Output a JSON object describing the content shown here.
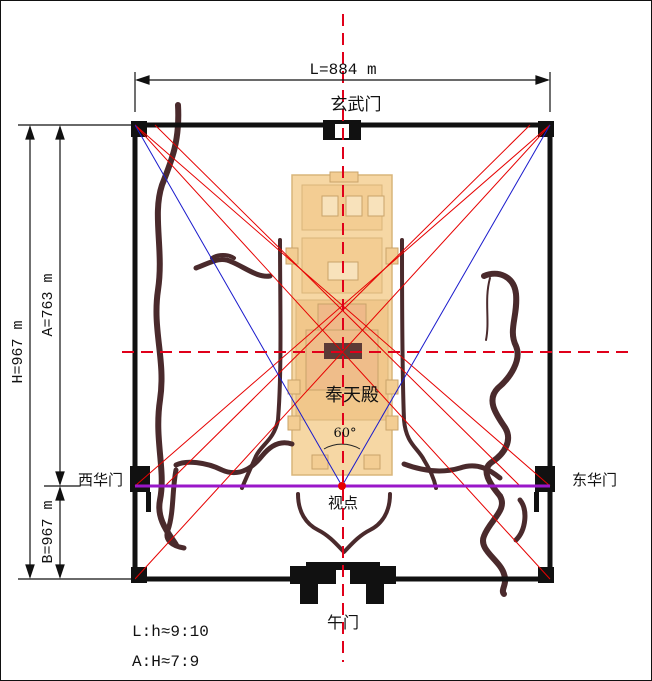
{
  "labels": {
    "width_dim": "L=884 m",
    "north_gate": "玄武门",
    "south_gate": "午门",
    "west_gate": "西华门",
    "east_gate": "东华门",
    "hall": "奉天殿",
    "angle": "60°",
    "viewpoint": "视点",
    "height_total": "H=967 m",
    "height_a": "A=763 m",
    "height_b": "B=967 m",
    "ratio_1": "L:h≈9:10",
    "ratio_2": "A:H≈7:9"
  },
  "colors": {
    "wall": "#111111",
    "axis": "#e0001a",
    "sight_lines": "#e60000",
    "view_cone": "#1a1acc",
    "west_east_axis": "#9a17c9",
    "palace_fill": "#f6d7a4",
    "palace_stroke": "#d9b57a",
    "river": "#4a2a2c",
    "hall_core": "#5c3a36"
  }
}
